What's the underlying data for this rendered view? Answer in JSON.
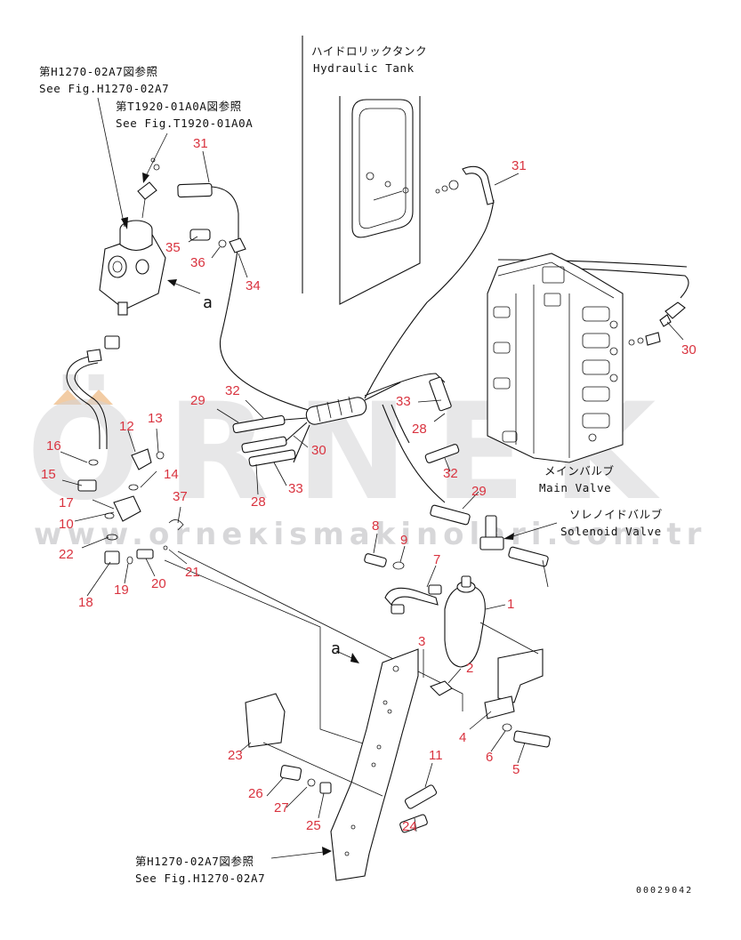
{
  "watermark": {
    "brand": "ÖRNEK",
    "url": "www.orneкismakinolari.com.tr"
  },
  "notes": {
    "ref_top_1_jp": "第H1270-02A7図参照",
    "ref_top_1_en": "See Fig.H1270-02A7",
    "ref_top_2_jp": "第T1920-01A0A図参照",
    "ref_top_2_en": "See Fig.T1920-01A0A",
    "tank_jp": "ハイドロリックタンク",
    "tank_en": "Hydraulic Tank",
    "main_valve_jp": "メインバルブ",
    "main_valve_en": "Main Valve",
    "solenoid_jp": "ソレノイドバルブ",
    "solenoid_en": "Solenoid Valve",
    "ref_bottom_jp": "第H1270-02A7図参照",
    "ref_bottom_en": "See Fig.H1270-02A7",
    "view_a_1": "a",
    "view_a_2": "a",
    "drawing_no": "00029042"
  },
  "callouts": [
    {
      "id": "c31a",
      "text": "31"
    },
    {
      "id": "c31b",
      "text": "31"
    },
    {
      "id": "c35",
      "text": "35"
    },
    {
      "id": "c36",
      "text": "36"
    },
    {
      "id": "c34",
      "text": "34"
    },
    {
      "id": "c30a",
      "text": "30"
    },
    {
      "id": "c29a",
      "text": "29"
    },
    {
      "id": "c32a",
      "text": "32"
    },
    {
      "id": "c33a",
      "text": "33"
    },
    {
      "id": "c28a",
      "text": "28"
    },
    {
      "id": "c13",
      "text": "13"
    },
    {
      "id": "c12",
      "text": "12"
    },
    {
      "id": "c16",
      "text": "16"
    },
    {
      "id": "c14",
      "text": "14"
    },
    {
      "id": "c15",
      "text": "15"
    },
    {
      "id": "c17",
      "text": "17"
    },
    {
      "id": "c10",
      "text": "10"
    },
    {
      "id": "c37",
      "text": "37"
    },
    {
      "id": "c22",
      "text": "22"
    },
    {
      "id": "c30b",
      "text": "30"
    },
    {
      "id": "c33b",
      "text": "33"
    },
    {
      "id": "c28b",
      "text": "28"
    },
    {
      "id": "c32b",
      "text": "32"
    },
    {
      "id": "c29b",
      "text": "29"
    },
    {
      "id": "c8",
      "text": "8"
    },
    {
      "id": "c9",
      "text": "9"
    },
    {
      "id": "c7",
      "text": "7"
    },
    {
      "id": "c21",
      "text": "21"
    },
    {
      "id": "c20",
      "text": "20"
    },
    {
      "id": "c19",
      "text": "19"
    },
    {
      "id": "c18",
      "text": "18"
    },
    {
      "id": "c1",
      "text": "1"
    },
    {
      "id": "c3",
      "text": "3"
    },
    {
      "id": "c2",
      "text": "2"
    },
    {
      "id": "c4",
      "text": "4"
    },
    {
      "id": "c6",
      "text": "6"
    },
    {
      "id": "c5",
      "text": "5"
    },
    {
      "id": "c23",
      "text": "23"
    },
    {
      "id": "c11",
      "text": "11"
    },
    {
      "id": "c26",
      "text": "26"
    },
    {
      "id": "c27",
      "text": "27"
    },
    {
      "id": "c25",
      "text": "25"
    },
    {
      "id": "c24",
      "text": "24"
    }
  ]
}
